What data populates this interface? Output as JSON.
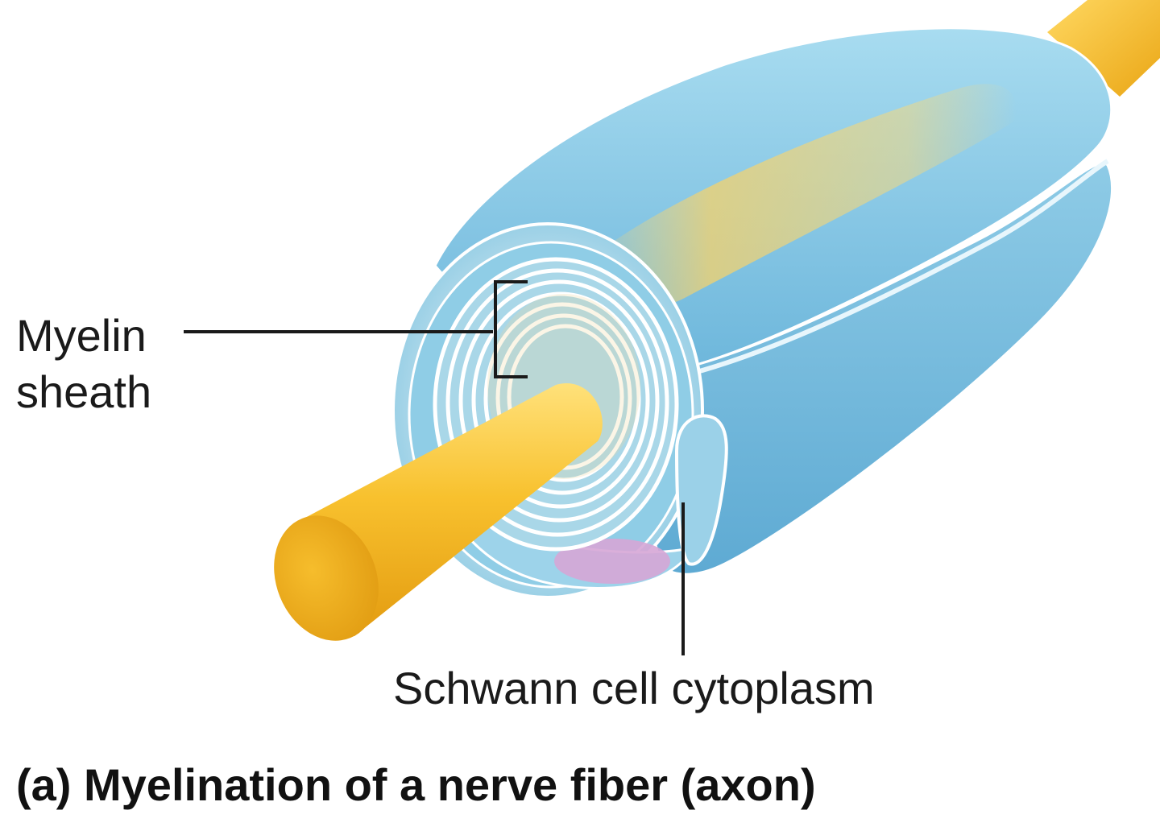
{
  "labels": {
    "myelin_sheath_line1": "Myelin",
    "myelin_sheath_line2": "sheath",
    "schwann_cytoplasm": "Schwann cell cytoplasm"
  },
  "caption": "(a) Myelination of a nerve fiber (axon)",
  "colors": {
    "axon": "#f5b921",
    "axon_dark": "#e2a114",
    "schwann_cell": "#8fcde6",
    "schwann_cell_dark": "#5aaed2",
    "membrane_line": "#ffffff",
    "nucleus": "#d6a6d6",
    "leader_line": "#1a1a1a"
  },
  "icons": {
    "axon": "yellow-cylinder",
    "myelin_sheath": "concentric-spiral-rings",
    "schwann_cell": "blue-wrapped-cell"
  }
}
